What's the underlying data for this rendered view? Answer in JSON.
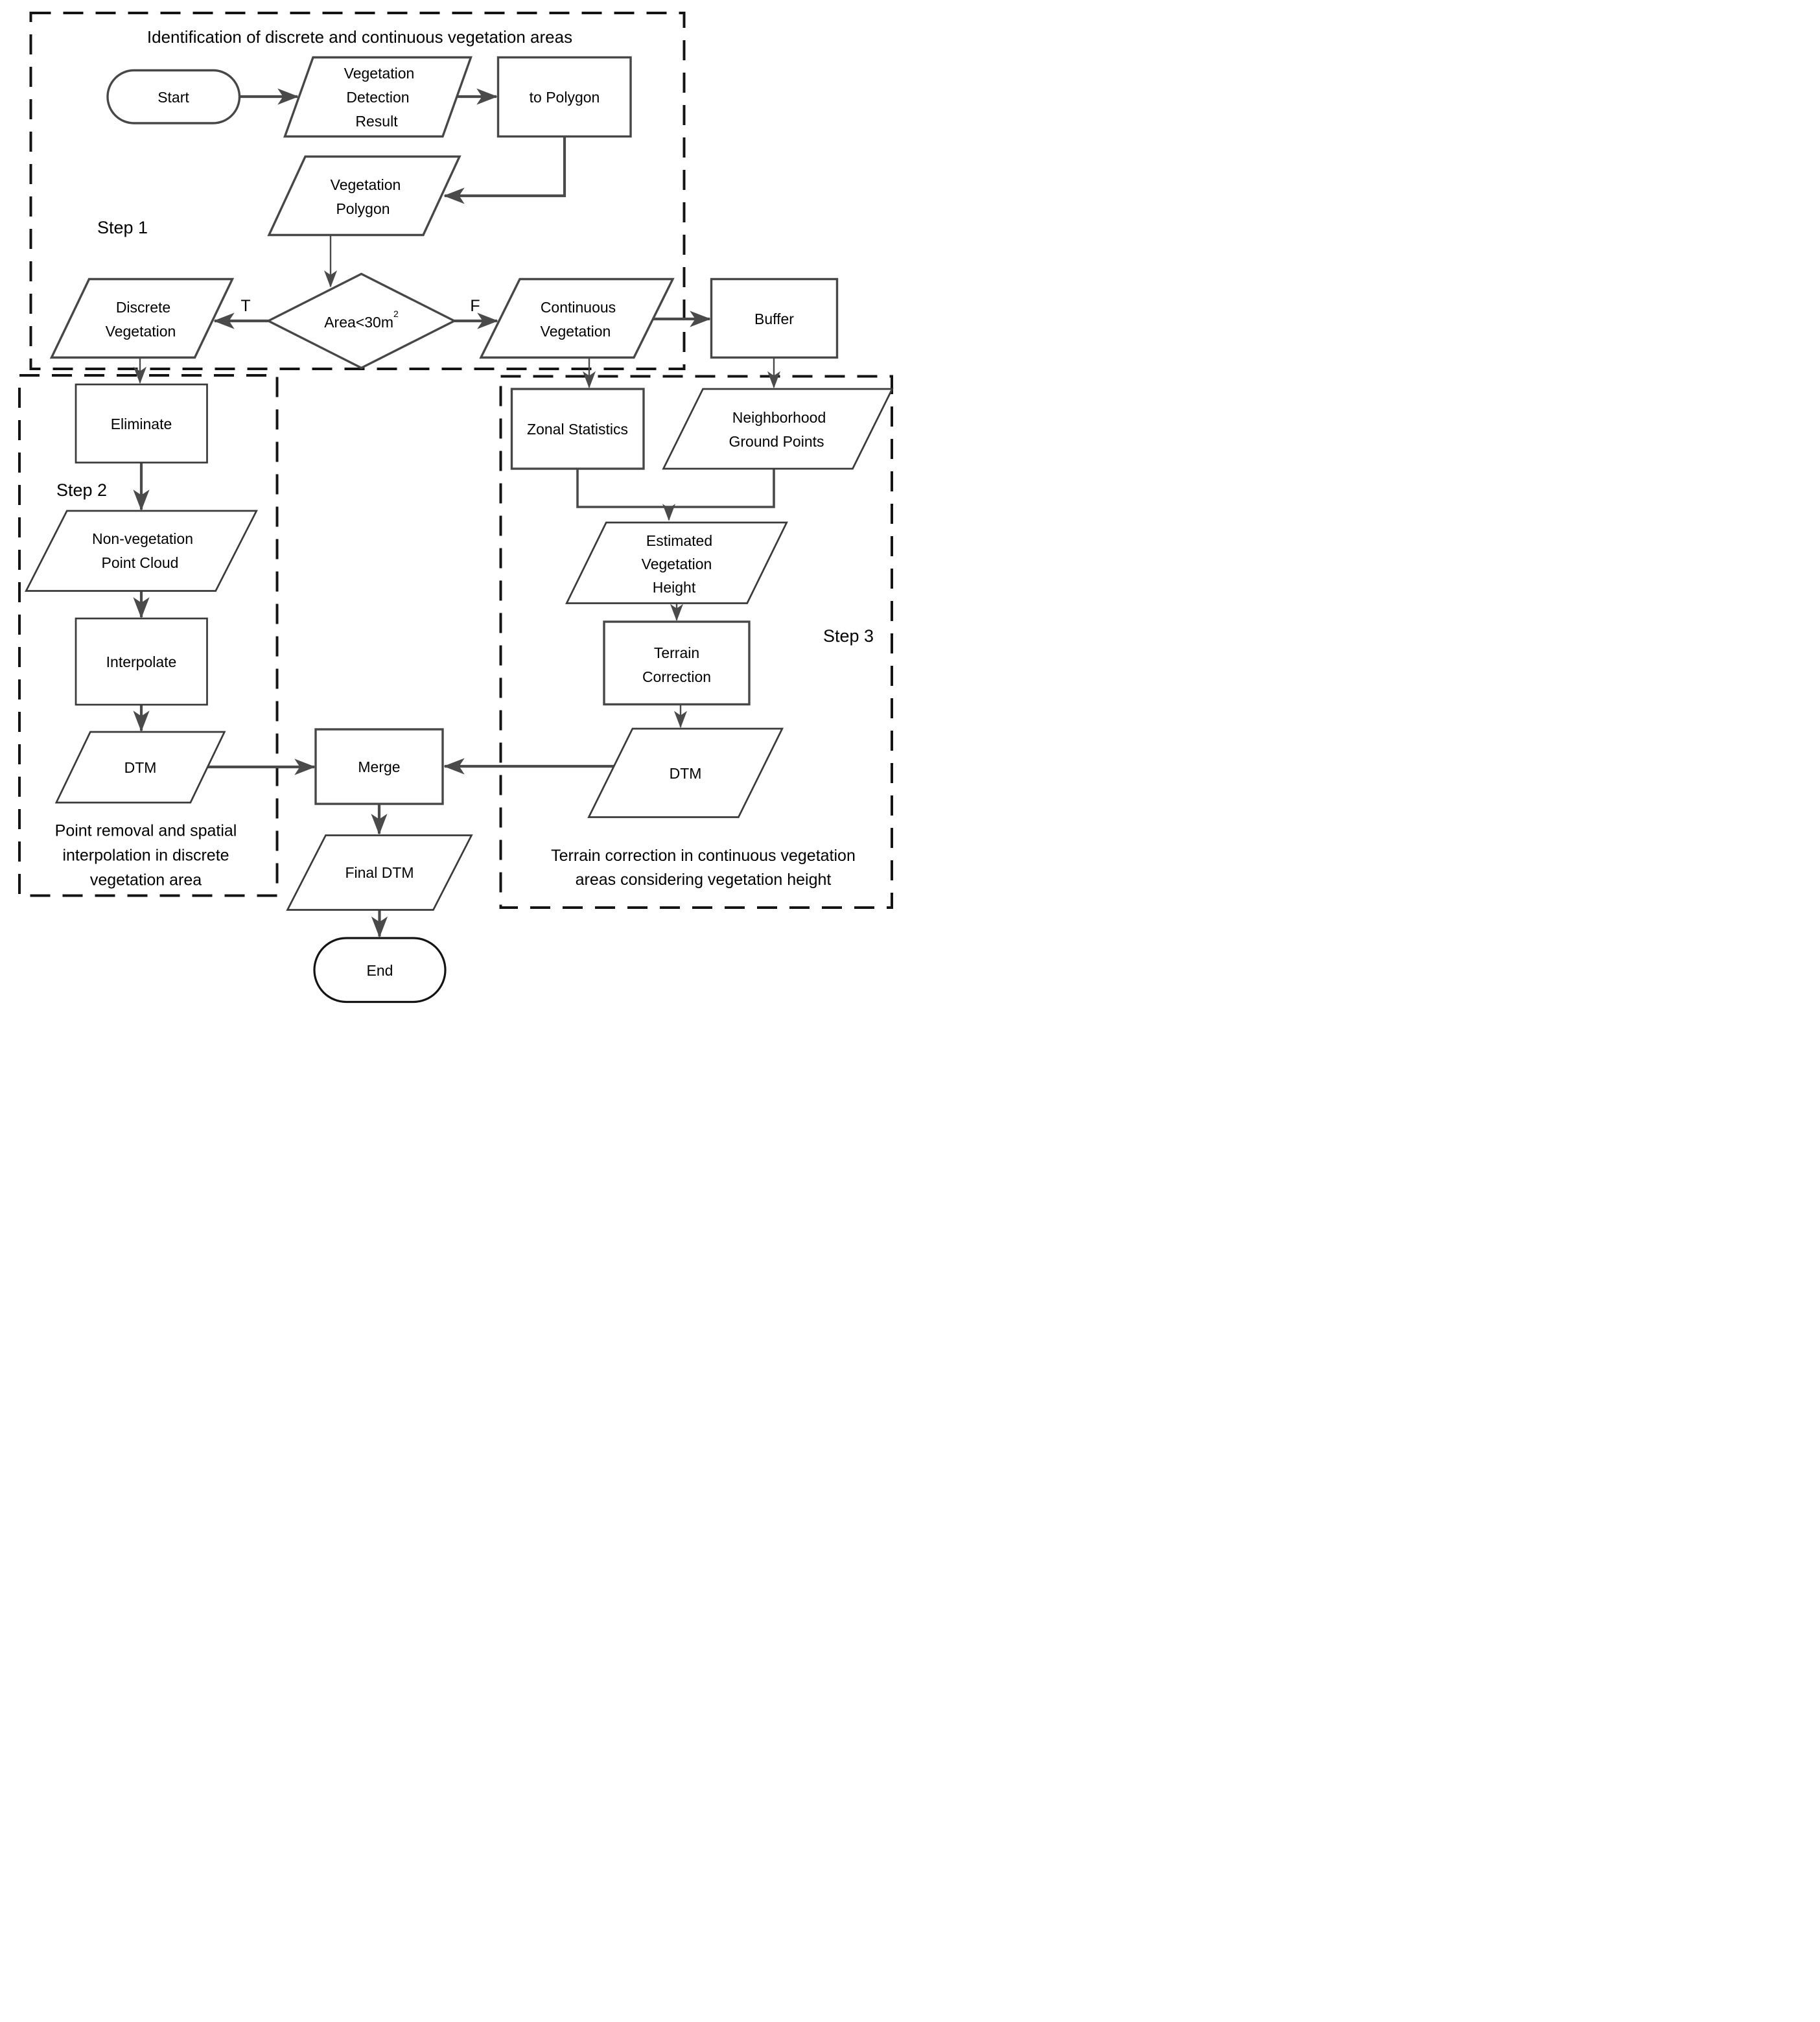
{
  "diagram": {
    "step1_caption": "Identification of discrete and continuous vegetation areas",
    "step1_label": "Step 1",
    "step2_label": "Step 2",
    "step3_label": "Step 3",
    "step2_caption": [
      "Point removal and spatial",
      "interpolation in discrete",
      "vegetation area"
    ],
    "step3_caption": [
      "Terrain correction in continuous vegetation",
      "areas considering vegetation height"
    ],
    "branch_true": "T",
    "branch_false": "F"
  },
  "nodes": {
    "start": {
      "type": "terminator",
      "label": "Start"
    },
    "vegetation_detection_result": {
      "type": "data",
      "lines": [
        "Vegetation",
        "Detection",
        "Result"
      ]
    },
    "to_polygon": {
      "type": "process",
      "label": "to Polygon"
    },
    "vegetation_polygon": {
      "type": "data",
      "lines": [
        "Vegetation",
        "Polygon"
      ]
    },
    "area_decision": {
      "type": "decision",
      "label": "Area<30m",
      "superscript": "2"
    },
    "discrete_vegetation": {
      "type": "data",
      "lines": [
        "Discrete",
        "Vegetation"
      ]
    },
    "continuous_vegetation": {
      "type": "data",
      "lines": [
        "Continuous",
        "Vegetation"
      ]
    },
    "buffer": {
      "type": "process",
      "label": "Buffer"
    },
    "eliminate": {
      "type": "process",
      "label": "Eliminate"
    },
    "non_vegetation_point_cloud": {
      "type": "data",
      "lines": [
        "Non-vegetation",
        "Point Cloud"
      ]
    },
    "interpolate": {
      "type": "process",
      "label": "Interpolate"
    },
    "dtm_discrete": {
      "type": "data",
      "label": "DTM"
    },
    "zonal_statistics": {
      "type": "process",
      "label": "Zonal Statistics"
    },
    "neighborhood_ground_points": {
      "type": "data",
      "lines": [
        "Neighborhood",
        "Ground Points"
      ]
    },
    "estimated_vegetation_height": {
      "type": "data",
      "lines": [
        "Estimated",
        "Vegetation",
        "Height"
      ]
    },
    "terrain_correction": {
      "type": "process",
      "lines": [
        "Terrain",
        "Correction"
      ]
    },
    "dtm_continuous": {
      "type": "data",
      "label": "DTM"
    },
    "merge": {
      "type": "process",
      "label": "Merge"
    },
    "final_dtm": {
      "type": "data",
      "label": "Final DTM"
    },
    "end": {
      "type": "terminator",
      "label": "End"
    }
  },
  "colors": {
    "shape_stroke": "#474747",
    "arrow": "#4a4a4a",
    "dashed_border": "#141414",
    "text": "#000000",
    "background": "#ffffff"
  }
}
